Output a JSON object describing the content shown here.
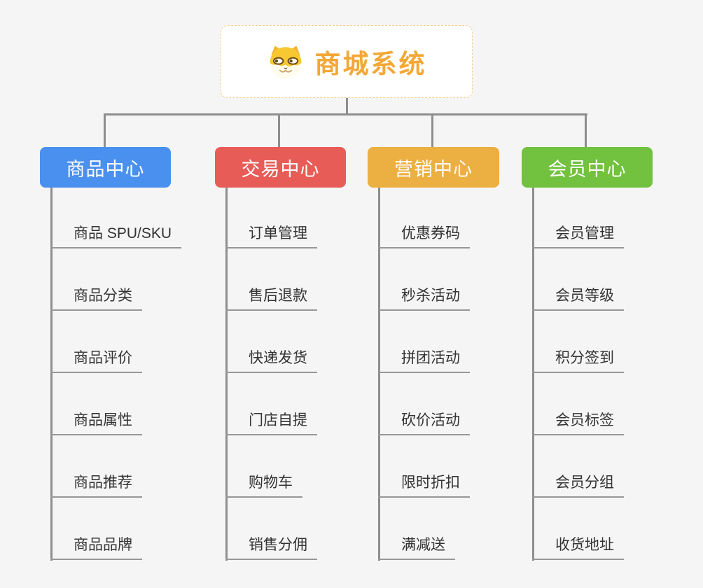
{
  "canvas": {
    "background_color": "#f5f5f5",
    "connector_color": "#8e8e8e"
  },
  "root": {
    "label": "商城系统",
    "icon": "dog-face-icon",
    "text_color": "#f4a735",
    "border_color": "#f6ce8c"
  },
  "branches": [
    {
      "label": "商品中心",
      "color": "#4a90ef",
      "children": [
        "商品 SPU/SKU",
        "商品分类",
        "商品评价",
        "商品属性",
        "商品推荐",
        "商品品牌"
      ]
    },
    {
      "label": "交易中心",
      "color": "#e85c58",
      "children": [
        "订单管理",
        "售后退款",
        "快递发货",
        "门店自提",
        "购物车",
        "销售分佣"
      ]
    },
    {
      "label": "营销中心",
      "color": "#ecaf41",
      "children": [
        "优惠券码",
        "秒杀活动",
        "拼团活动",
        "砍价活动",
        "限时折扣",
        "满减送"
      ]
    },
    {
      "label": "会员中心",
      "color": "#72c13f",
      "children": [
        "会员管理",
        "会员等级",
        "积分签到",
        "会员标签",
        "会员分组",
        "收货地址"
      ]
    }
  ]
}
